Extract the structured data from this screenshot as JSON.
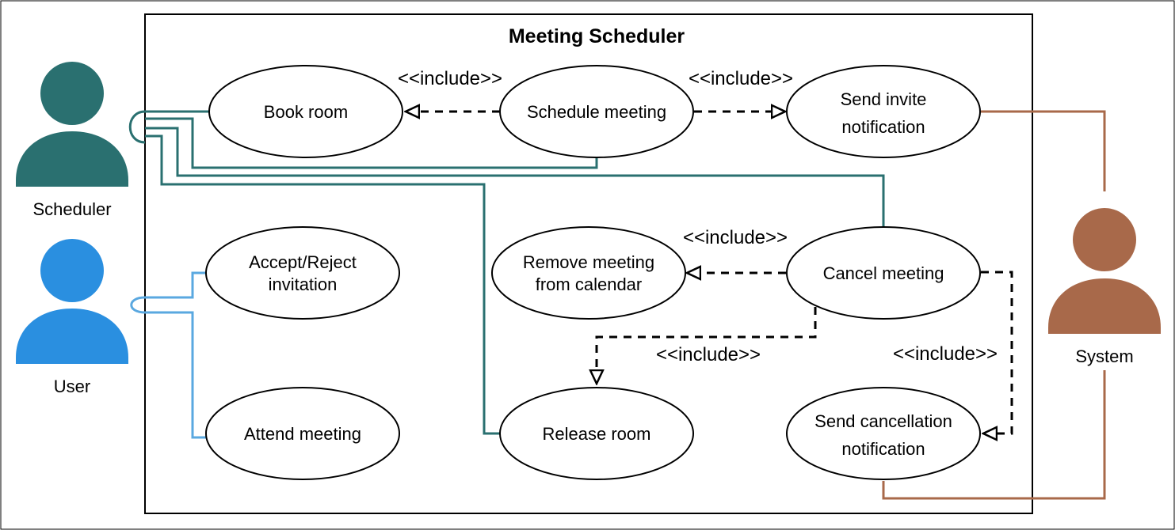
{
  "system": {
    "title": "Meeting Scheduler"
  },
  "actors": {
    "scheduler": {
      "label": "Scheduler",
      "color": "#2a7070"
    },
    "user": {
      "label": "User",
      "color": "#2a8fe0"
    },
    "system": {
      "label": "System",
      "color": "#a8694a"
    }
  },
  "use_cases": {
    "book_room": [
      "Book room"
    ],
    "schedule_meeting": [
      "Schedule meeting"
    ],
    "send_invite": [
      "Send invite",
      "notification"
    ],
    "accept_reject": [
      "Accept/Reject",
      "invitation"
    ],
    "remove_meeting": [
      "Remove meeting",
      "from calendar"
    ],
    "cancel_meeting": [
      "Cancel meeting"
    ],
    "attend_meeting": [
      "Attend meeting"
    ],
    "release_room": [
      "Release room"
    ],
    "send_cancellation": [
      "Send cancellation",
      "notification"
    ]
  },
  "relations": {
    "include_label": "<<include>>"
  },
  "colors": {
    "scheduler_line": "#2a7070",
    "user_line": "#5aa8e0",
    "system_line": "#a8694a",
    "include_line": "#000000"
  }
}
